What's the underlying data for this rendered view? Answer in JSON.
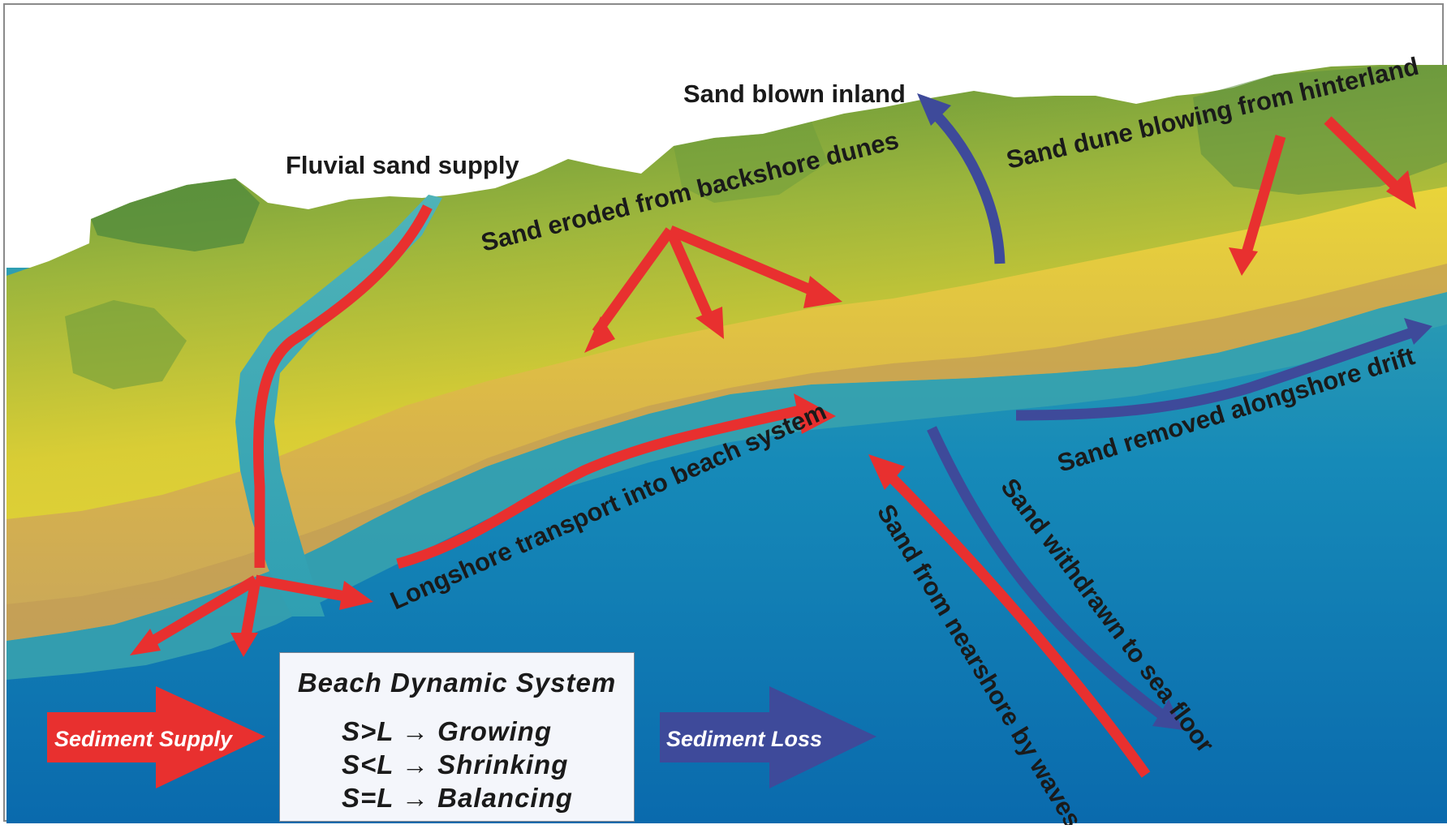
{
  "labels": {
    "fluvial": "Fluvial sand supply",
    "blown_inland": "Sand blown inland",
    "eroded_backshore": "Sand eroded from backshore dunes",
    "dune_hinterland": "Sand dune blowing from hinterland",
    "longshore_into": "Longshore transport into beach system",
    "removed_alongshore": "Sand removed alongshore drift",
    "withdrawn": "Sand withdrawn to sea floor",
    "from_nearshore": "Sand from nearshore by waves"
  },
  "legend": {
    "title": "Beach Dynamic System",
    "rules": [
      "S>L → Growing",
      "S<L → Shrinking",
      "S=L → Balancing"
    ]
  },
  "big_arrows": {
    "supply": "Sediment Supply",
    "loss": "Sediment Loss"
  },
  "colors": {
    "supply_arrow": "#e8302f",
    "loss_arrow": "#3e4a9a",
    "sea_deep": "#0a6fb0",
    "sea_shallow": "#3aa0b0",
    "beach_yellow": "#e9d33a",
    "dune_green": "#6e9a3a"
  }
}
